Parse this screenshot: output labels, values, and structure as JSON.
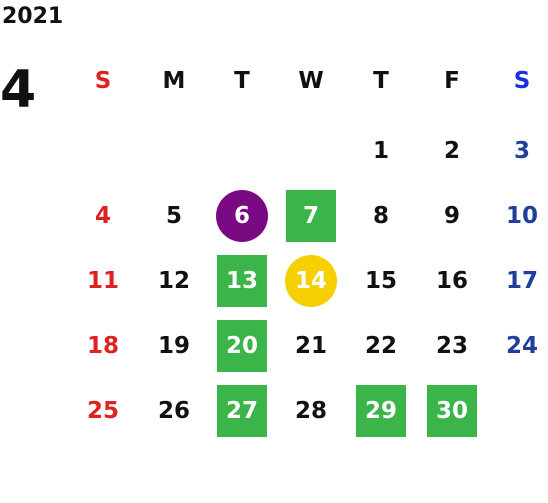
{
  "year": "2021",
  "month": "4",
  "weekdays": [
    "S",
    "M",
    "T",
    "W",
    "T",
    "F",
    "S"
  ],
  "colors": {
    "sunday": "#dd2222",
    "saturday_header": "#1a2fe0",
    "saturday_day": "#1f3f9a",
    "highlight_green": "#3bb44a",
    "highlight_purple": "#7a0a84",
    "highlight_yellow": "#f5cf00"
  },
  "weeks": [
    [
      null,
      null,
      null,
      null,
      {
        "day": "1"
      },
      {
        "day": "2"
      },
      {
        "day": "3"
      }
    ],
    [
      {
        "day": "4"
      },
      {
        "day": "5"
      },
      {
        "day": "6",
        "highlight": "purple"
      },
      {
        "day": "7",
        "highlight": "green"
      },
      {
        "day": "8"
      },
      {
        "day": "9"
      },
      {
        "day": "10"
      }
    ],
    [
      {
        "day": "11"
      },
      {
        "day": "12"
      },
      {
        "day": "13",
        "highlight": "green"
      },
      {
        "day": "14",
        "highlight": "yellow"
      },
      {
        "day": "15"
      },
      {
        "day": "16"
      },
      {
        "day": "17"
      }
    ],
    [
      {
        "day": "18"
      },
      {
        "day": "19"
      },
      {
        "day": "20",
        "highlight": "green"
      },
      {
        "day": "21"
      },
      {
        "day": "22"
      },
      {
        "day": "23"
      },
      {
        "day": "24"
      }
    ],
    [
      {
        "day": "25"
      },
      {
        "day": "26"
      },
      {
        "day": "27",
        "highlight": "green"
      },
      {
        "day": "28"
      },
      {
        "day": "29",
        "highlight": "green"
      },
      {
        "day": "30",
        "highlight": "green"
      },
      null
    ]
  ]
}
